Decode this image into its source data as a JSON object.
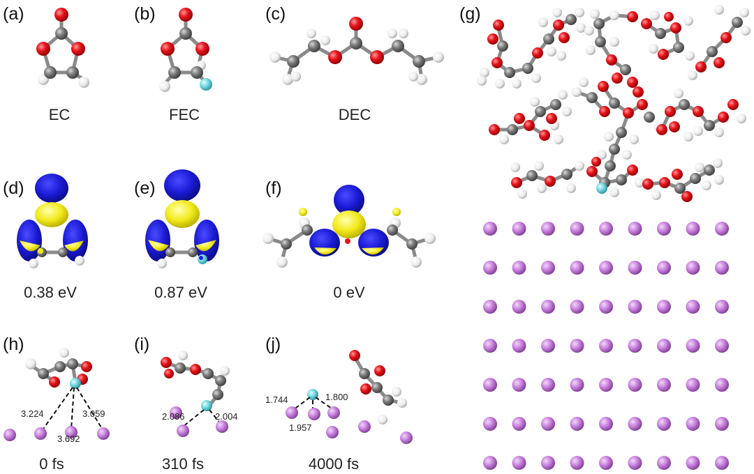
{
  "figure": {
    "panels": [
      {
        "id": "a",
        "label": "(a)",
        "caption": "EC"
      },
      {
        "id": "b",
        "label": "(b)",
        "caption": "FEC"
      },
      {
        "id": "c",
        "label": "(c)",
        "caption": "DEC"
      },
      {
        "id": "d",
        "label": "(d)",
        "caption": "0.38 eV"
      },
      {
        "id": "e",
        "label": "(e)",
        "caption": "0.87 eV"
      },
      {
        "id": "f",
        "label": "(f)",
        "caption": "0 eV"
      },
      {
        "id": "g",
        "label": "(g)",
        "caption": ""
      },
      {
        "id": "h",
        "label": "(h)",
        "caption": "0 fs"
      },
      {
        "id": "i",
        "label": "(i)",
        "caption": "310 fs"
      },
      {
        "id": "j",
        "label": "(j)",
        "caption": "4000 fs"
      }
    ],
    "distances": {
      "h": [
        "3.224",
        "3.692",
        "3.059"
      ],
      "i": [
        "2.086",
        "2.004"
      ],
      "j": [
        "1.744",
        "1.800",
        "1.957"
      ]
    },
    "colors": {
      "oxygen": "#e8141b",
      "carbon": "#7d7d7d",
      "hydrogen": "#f2f2f2",
      "fluorine": "#6fd6e0",
      "lithium": "#c77fdc",
      "orbital_positive": "#1b1bd6",
      "orbital_negative": "#f2ea1a"
    }
  }
}
